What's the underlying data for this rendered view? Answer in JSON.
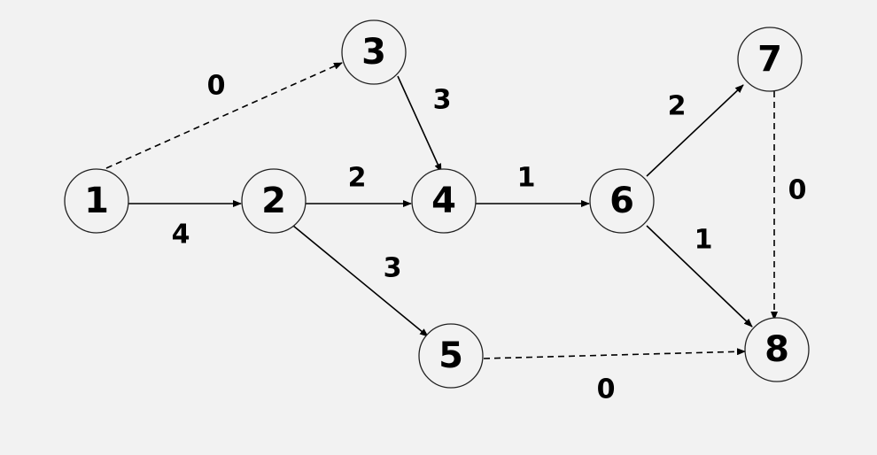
{
  "diagram": {
    "background": "#f2f2f2",
    "line_color": "#000000",
    "nodes": [
      {
        "id": "1",
        "label": "1"
      },
      {
        "id": "2",
        "label": "2"
      },
      {
        "id": "3",
        "label": "3"
      },
      {
        "id": "4",
        "label": "4"
      },
      {
        "id": "5",
        "label": "5"
      },
      {
        "id": "6",
        "label": "6"
      },
      {
        "id": "7",
        "label": "7"
      },
      {
        "id": "8",
        "label": "8"
      }
    ],
    "edges": [
      {
        "from": "1",
        "to": "3",
        "weight": "0",
        "style": "dashed"
      },
      {
        "from": "1",
        "to": "2",
        "weight": "4",
        "style": "solid"
      },
      {
        "from": "3",
        "to": "4",
        "weight": "3",
        "style": "solid"
      },
      {
        "from": "2",
        "to": "4",
        "weight": "2",
        "style": "solid"
      },
      {
        "from": "2",
        "to": "5",
        "weight": "3",
        "style": "solid"
      },
      {
        "from": "4",
        "to": "6",
        "weight": "1",
        "style": "solid"
      },
      {
        "from": "6",
        "to": "7",
        "weight": "2",
        "style": "solid"
      },
      {
        "from": "6",
        "to": "8",
        "weight": "1",
        "style": "solid"
      },
      {
        "from": "7",
        "to": "8",
        "weight": "0",
        "style": "dashed"
      },
      {
        "from": "5",
        "to": "8",
        "weight": "0",
        "style": "dashed"
      }
    ]
  }
}
